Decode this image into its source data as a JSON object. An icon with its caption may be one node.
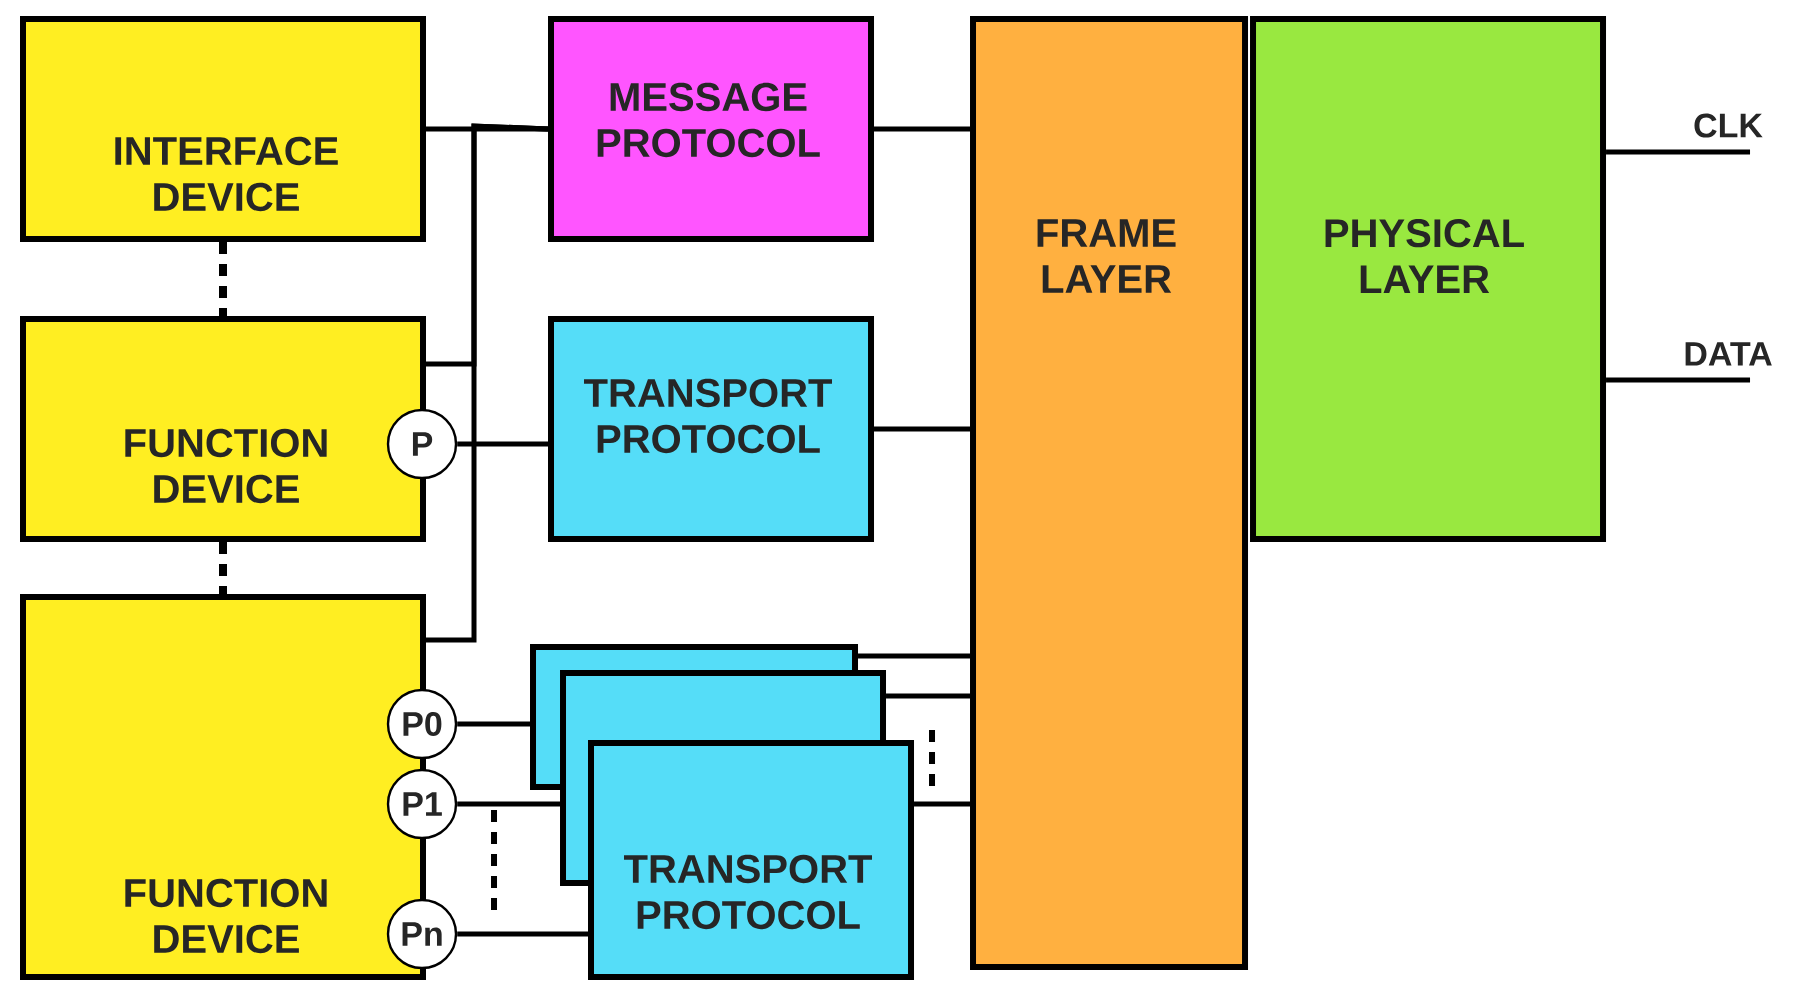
{
  "diagram": {
    "nodes": [
      {
        "text": [
          "INTERFACE DEVICE"
        ]
      },
      {
        "text": [
          "FUNCTION DEVICE"
        ]
      },
      {
        "text": [
          "P"
        ]
      },
      {
        "text": [
          "FUNCTION DEVICE"
        ]
      },
      {
        "text": [
          "P0"
        ]
      },
      {
        "text": [
          "P1"
        ]
      },
      {
        "text": [
          "Pn"
        ]
      },
      {
        "text": [
          "MESSAGE PROTOCOL"
        ]
      },
      {
        "text": [
          "TRANSPORT PROTOCOL"
        ]
      },
      {
        "text": [],
        "shape": "box"
      },
      {
        "text": [],
        "shape": "box"
      },
      {
        "text": [
          "TRANSPORT PROTOCOL"
        ]
      },
      {
        "text": [
          "FRAME LAYER"
        ]
      },
      {
        "text": [
          "PHYSICAL LAYER"
        ]
      }
    ],
    "edges": [
      {
        "from": 0,
        "to": 7,
        "arrow": "none"
      },
      {
        "from": 1,
        "to": 7,
        "arrow": "none"
      },
      {
        "from": 3,
        "to": 7,
        "arrow": "none"
      },
      {
        "from": 2,
        "to": 8,
        "arrow": "none"
      },
      {
        "from": 7,
        "to": 12,
        "arrow": "none"
      },
      {
        "from": 8,
        "to": 12,
        "arrow": "none"
      },
      {
        "from": 4,
        "to": 9,
        "arrow": "none"
      },
      {
        "from": 5,
        "to": 10,
        "arrow": "none"
      },
      {
        "from": 6,
        "to": 11,
        "arrow": "none"
      },
      {
        "from": 9,
        "to": 12,
        "arrow": "none"
      },
      {
        "from": 10,
        "to": 12,
        "arrow": "none"
      },
      {
        "from": 11,
        "to": 12,
        "arrow": "none"
      },
      {
        "from": 13,
        "to": null,
        "arrow": "none",
        "label": "CLK"
      },
      {
        "from": 13,
        "to": null,
        "arrow": "none",
        "label": "DATA"
      },
      {
        "from": 0,
        "to": 1,
        "arrow": "none",
        "style": "dashed"
      },
      {
        "from": 1,
        "to": 3,
        "arrow": "none",
        "style": "dashed"
      }
    ]
  }
}
